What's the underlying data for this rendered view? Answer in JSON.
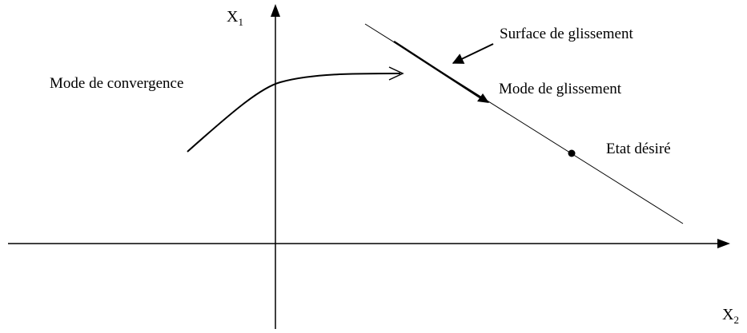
{
  "axes": {
    "vertical": {
      "letter": "X",
      "subscript": "1"
    },
    "horizontal": {
      "letter": "X",
      "subscript": "2"
    }
  },
  "labels": {
    "surface": "Surface de glissement",
    "convergence": "Mode de convergence",
    "sliding": "Mode de glissement",
    "desired": "Etat désiré"
  },
  "colors": {
    "ink": "#000000",
    "background": "#ffffff"
  }
}
